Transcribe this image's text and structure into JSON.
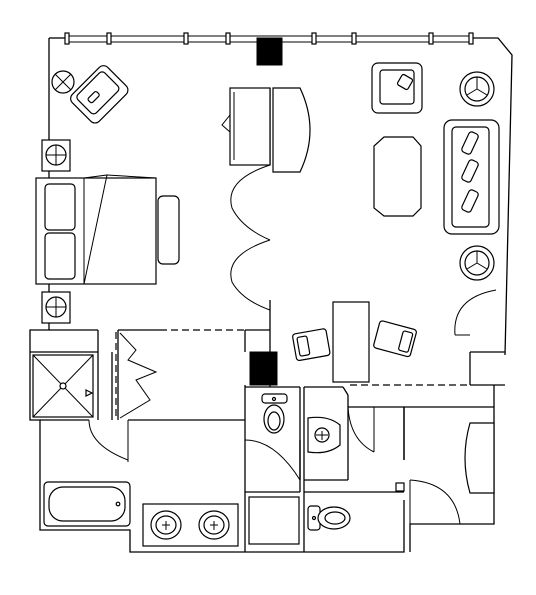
{
  "floor_plan": {
    "rooms": [
      "bedroom",
      "living-room",
      "dining-area",
      "closet",
      "bathroom",
      "powder-room",
      "foyer"
    ],
    "colors": {
      "line": "#000000",
      "background": "#ffffff",
      "column": "#000000"
    },
    "furniture_icons": [
      "armchair-icon",
      "bed-icon",
      "nightstand-lamp-icon",
      "sofa-icon",
      "coffee-table-icon",
      "side-table-lamp-icon",
      "desk-icon",
      "dining-table-icon",
      "chair-icon",
      "bathtub-icon",
      "double-sink-icon",
      "toilet-icon",
      "pedestal-sink-icon",
      "shower-icon",
      "wardrobe-icon"
    ]
  }
}
